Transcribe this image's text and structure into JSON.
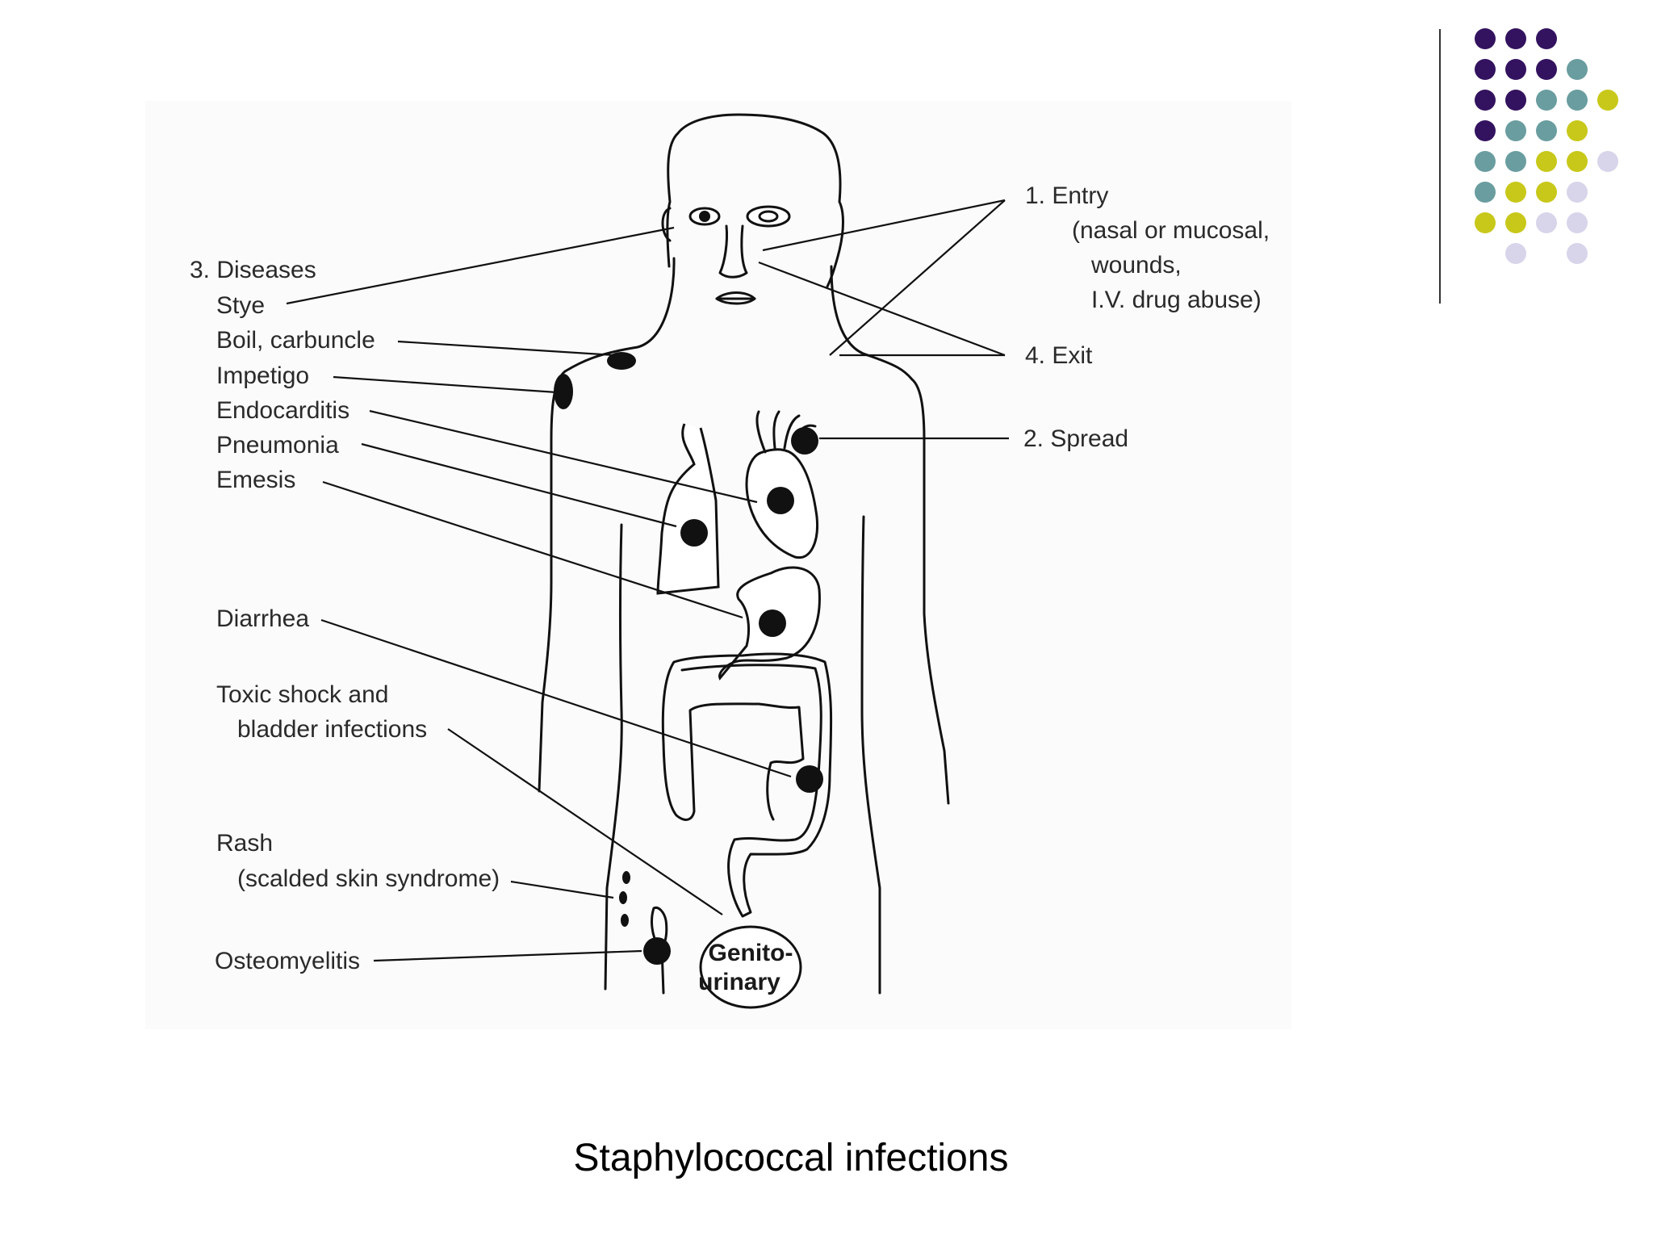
{
  "slide": {
    "caption": "Staphylococcal infections",
    "dot_colors": {
      "purple": "#33135f",
      "teal": "#6a9d9f",
      "olive": "#c8c81a",
      "lavender": "#d8d4ea"
    },
    "divider_color": "#333333"
  },
  "diagram": {
    "entry": {
      "title": "1. Entry",
      "line1": "(nasal or mucosal,",
      "line2": "wounds,",
      "line3": "I.V. drug abuse)"
    },
    "spread": "2. Spread",
    "exit": "4. Exit",
    "diseases": {
      "header": "3. Diseases",
      "stye": "Stye",
      "boil": "Boil, carbuncle",
      "impetigo": "Impetigo",
      "endocarditis": "Endocarditis",
      "pneumonia": "Pneumonia",
      "emesis": "Emesis",
      "diarrhea": "Diarrhea",
      "toxic_shock_1": "Toxic shock and",
      "toxic_shock_2": "bladder infections",
      "rash_1": "Rash",
      "rash_2": "(scalded skin syndrome)",
      "osteomyelitis": "Osteomyelitis"
    },
    "genito_1": "Genito-",
    "genito_2": "urinary"
  }
}
